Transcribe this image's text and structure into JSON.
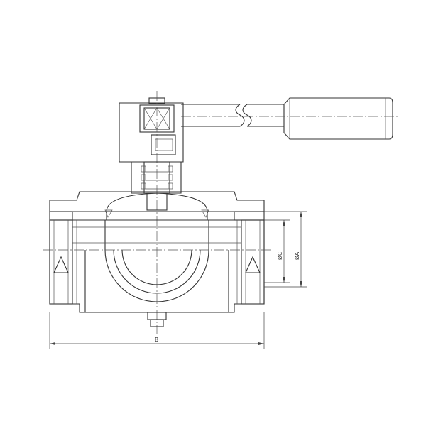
{
  "drawing": {
    "dimension_labels": {
      "b": "B",
      "c": "ØC",
      "a": "ØA"
    },
    "colors": {
      "line": "#333333",
      "seal": "#8fd3df",
      "hatch": "#555555",
      "background": "#ffffff"
    }
  }
}
